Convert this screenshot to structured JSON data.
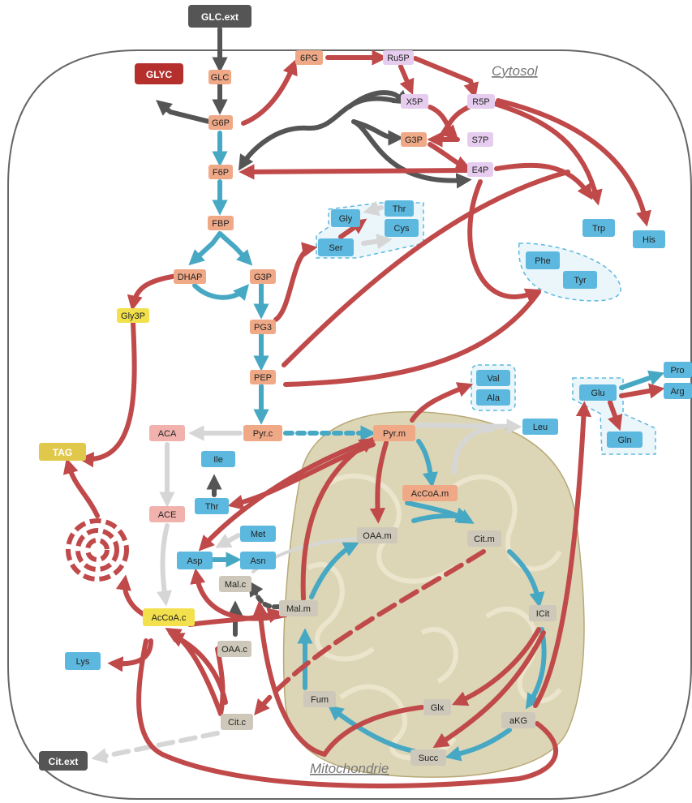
{
  "compartments": {
    "cytosol_label": "Cytosol",
    "mito_label": "Mitochondrie"
  },
  "colors": {
    "flux_red": "#c0494a",
    "flux_blue": "#47a8c4",
    "flux_dark": "#555555",
    "flux_light": "#d6d6d6",
    "node_glycolysis": "#f0a987",
    "node_ppp": "#e6cdef",
    "node_amino_acid": "#5cb8de",
    "node_lipid": "#f3e04d",
    "node_mito": "#cdc8b9",
    "node_acetate": "#f1b2ad",
    "node_external": "#555555",
    "node_glyc": "#b5302d",
    "mito_fill": "#ddd6b6"
  },
  "nodes": {
    "glc_ext": "GLC.ext",
    "glyc": "GLYC",
    "glc": "GLC",
    "g6p": "G6P",
    "f6p": "F6P",
    "fbp": "FBP",
    "dhap": "DHAP",
    "g3p_glyco": "G3P",
    "gly3p": "Gly3P",
    "pg3": "PG3",
    "pep": "PEP",
    "pyr_c": "Pyr.c",
    "aca": "ACA",
    "ace": "ACE",
    "acoa_c": "AcCoA.c",
    "tag": "TAG",
    "pg6": "6PG",
    "ru5p": "Ru5P",
    "x5p": "X5P",
    "r5p": "R5P",
    "g3p_ppp": "G3P",
    "s7p": "S7P",
    "e4p": "E4P",
    "gly": "Gly",
    "thr_cys_group": "Thr",
    "cys": "Cys",
    "ser": "Ser",
    "trp": "Trp",
    "his": "His",
    "phe": "Phe",
    "tyr": "Tyr",
    "val": "Val",
    "ala": "Ala",
    "leu": "Leu",
    "pro": "Pro",
    "arg": "Arg",
    "glu": "Glu",
    "gln": "Gln",
    "ile": "Ile",
    "thr": "Thr",
    "met": "Met",
    "asp": "Asp",
    "asn": "Asn",
    "lys": "Lys",
    "mal_c": "Mal.c",
    "oaa_c": "OAA.c",
    "cit_c": "Cit.c",
    "cit_ext": "Cit.ext",
    "pyr_m": "Pyr.m",
    "acoa_m": "AcCoA.m",
    "oaa_m": "OAA.m",
    "cit_m": "Cit.m",
    "mal_m": "Mal.m",
    "icit": "ICit",
    "fum": "Fum",
    "glx": "Glx",
    "akg": "aKG",
    "succ": "Succ"
  }
}
